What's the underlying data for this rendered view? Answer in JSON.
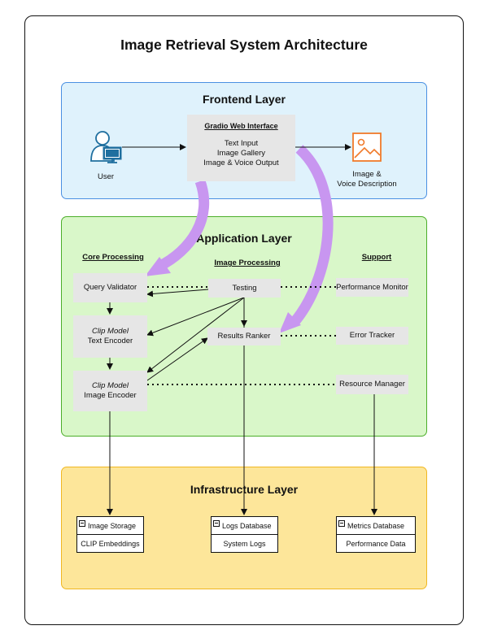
{
  "title": "Image Retrieval System Architecture",
  "frontend": {
    "title": "Frontend Layer",
    "user_label": "User",
    "gradio_title": "Gradio Web Interface",
    "gradio_items": [
      "Text Input",
      "Image Gallery",
      "Image & Voice Output"
    ],
    "output_label_1": "Image &",
    "output_label_2": "Voice Description"
  },
  "application": {
    "title": "Application Layer",
    "core_label": "Core Processing",
    "image_label": "Image Processing",
    "support_label": "Support",
    "query_validator": "Query Validator",
    "clip_text_italic": "Clip Model",
    "clip_text_sub": "Text Encoder",
    "clip_image_italic": "Clip Model",
    "clip_image_sub": "Image Encoder",
    "testing": "Testing",
    "results_ranker": "Results Ranker",
    "performance_monitor": "Performance Monitor",
    "error_tracker": "Error Tracker",
    "resource_manager": "Resource Manager"
  },
  "infrastructure": {
    "title": "Infrastructure Layer",
    "databases": [
      {
        "name": "Image Storage",
        "content": "CLIP Embeddings"
      },
      {
        "name": "Logs Database",
        "content": "System Logs"
      },
      {
        "name": "Metrics Database",
        "content": "Performance Data"
      }
    ]
  },
  "colors": {
    "frontend_fill": "#dff2fc",
    "frontend_border": "#4a90e2",
    "application_fill": "#d9f7c9",
    "application_border": "#4cae2a",
    "infra_fill": "#fde69a",
    "infra_border": "#f0b722",
    "big_arrow": "#c896f0",
    "output_icon": "#f07a2a",
    "user_icon": "#1f6f9f"
  }
}
